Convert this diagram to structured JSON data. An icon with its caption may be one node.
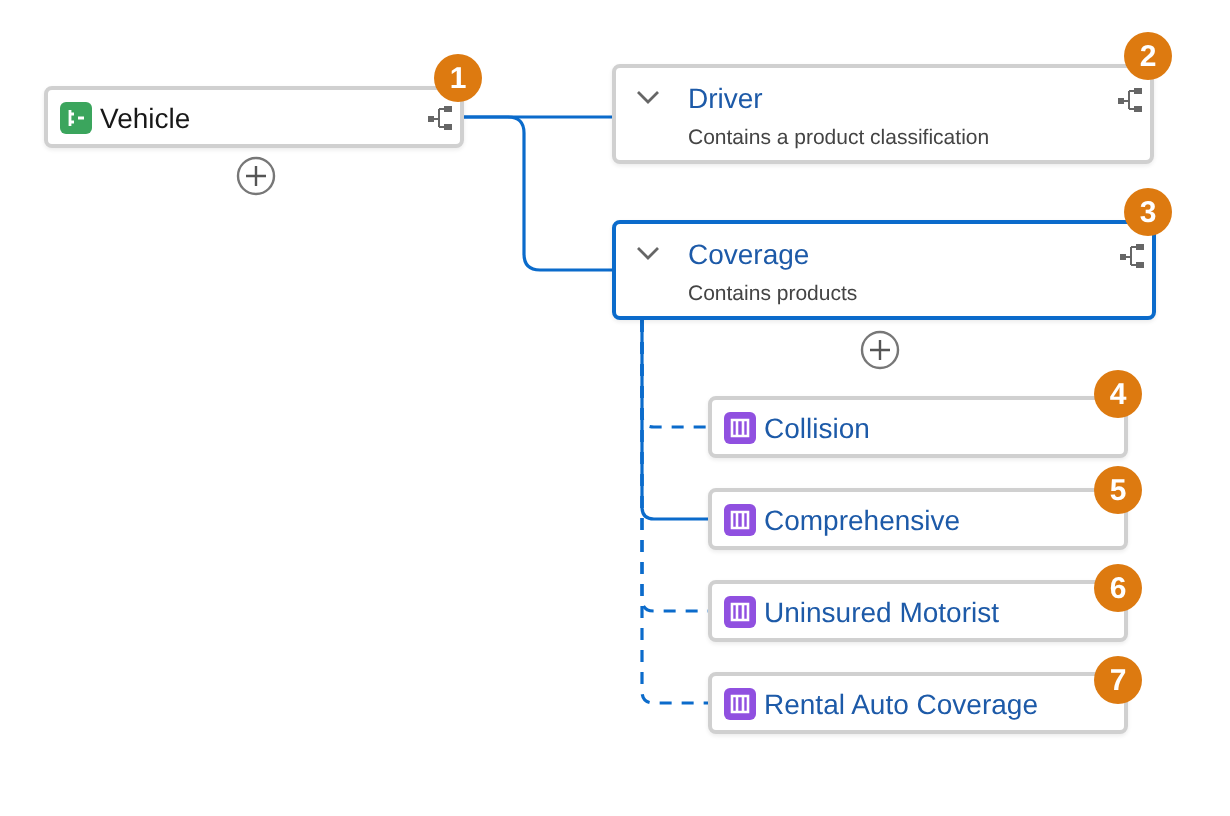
{
  "diagram": {
    "nodes": [
      {
        "text": [
          "Vehicle"
        ]
      },
      {
        "text": [
          "Driver",
          "Contains a product classification"
        ]
      },
      {
        "text": [
          "Coverage",
          "Contains products"
        ]
      },
      {
        "text": [
          "Collision"
        ]
      },
      {
        "text": [
          "Comprehensive"
        ]
      },
      {
        "text": [
          "Uninsured Motorist"
        ]
      },
      {
        "text": [
          "Rental Auto Coverage"
        ]
      }
    ],
    "edges": [
      {
        "from": 0,
        "to": 1,
        "arrow": "none"
      },
      {
        "from": 0,
        "to": 2,
        "arrow": "none"
      },
      {
        "from": 2,
        "to": 3,
        "arrow": "none",
        "style": "dashed"
      },
      {
        "from": 2,
        "to": 4,
        "arrow": "none"
      },
      {
        "from": 2,
        "to": 5,
        "arrow": "none",
        "style": "dashed"
      },
      {
        "from": 2,
        "to": 6,
        "arrow": "none",
        "style": "dashed"
      }
    ],
    "labels": [
      "1",
      "2",
      "3",
      "4",
      "5",
      "6",
      "7"
    ]
  }
}
